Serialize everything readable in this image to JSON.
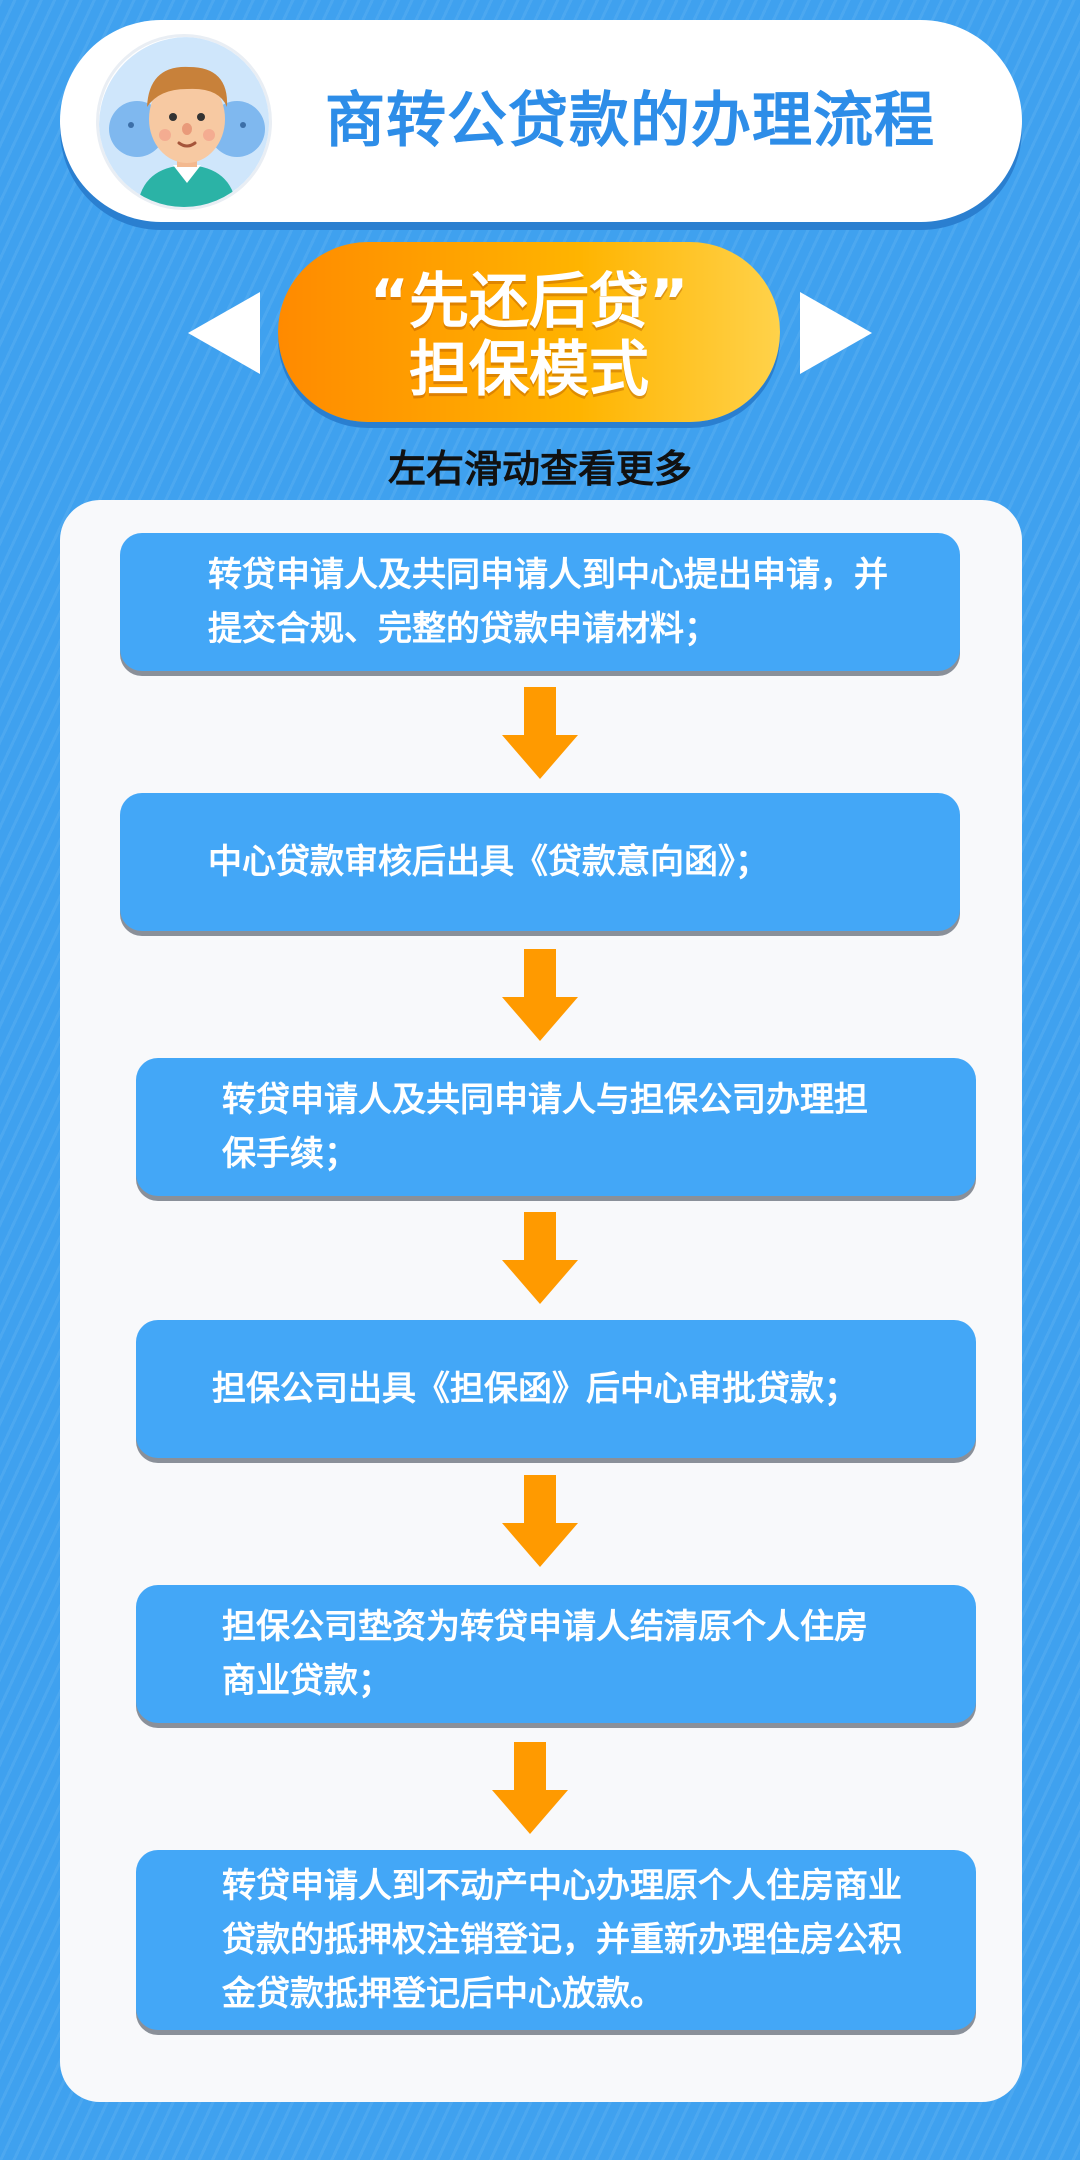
{
  "header": {
    "title": "商转公贷款的办理流程",
    "avatar_icon": "person-avatar-icon"
  },
  "mode": {
    "line1": "“先还后贷”",
    "line2": "担保模式",
    "colors": {
      "start": "#ff8a00",
      "end": "#ffd24a"
    }
  },
  "nav": {
    "left_icon": "triangle-left-icon",
    "right_icon": "triangle-right-icon",
    "hint": "左右滑动查看更多"
  },
  "steps": [
    {
      "text": "转贷申请人及共同申请人到中心提出申请，并提交合规、完整的贷款申请材料；"
    },
    {
      "text": "中心贷款审核后出具《贷款意向函》；"
    },
    {
      "text": "转贷申请人及共同申请人与担保公司办理担保手续；"
    },
    {
      "text": "担保公司出具《担保函》后中心审批贷款；"
    },
    {
      "text": "担保公司垫资为转贷申请人结清原个人住房商业贷款；"
    },
    {
      "text": "转贷申请人到不动产中心办理原个人住房商业贷款的抵押权注销登记，并重新办理住房公积金贷款抵押登记后中心放款。"
    }
  ],
  "colors": {
    "background": "#3fa1ef",
    "step_box": "#43a7f7",
    "arrow": "#ff9a00",
    "title": "#2d8de8"
  }
}
